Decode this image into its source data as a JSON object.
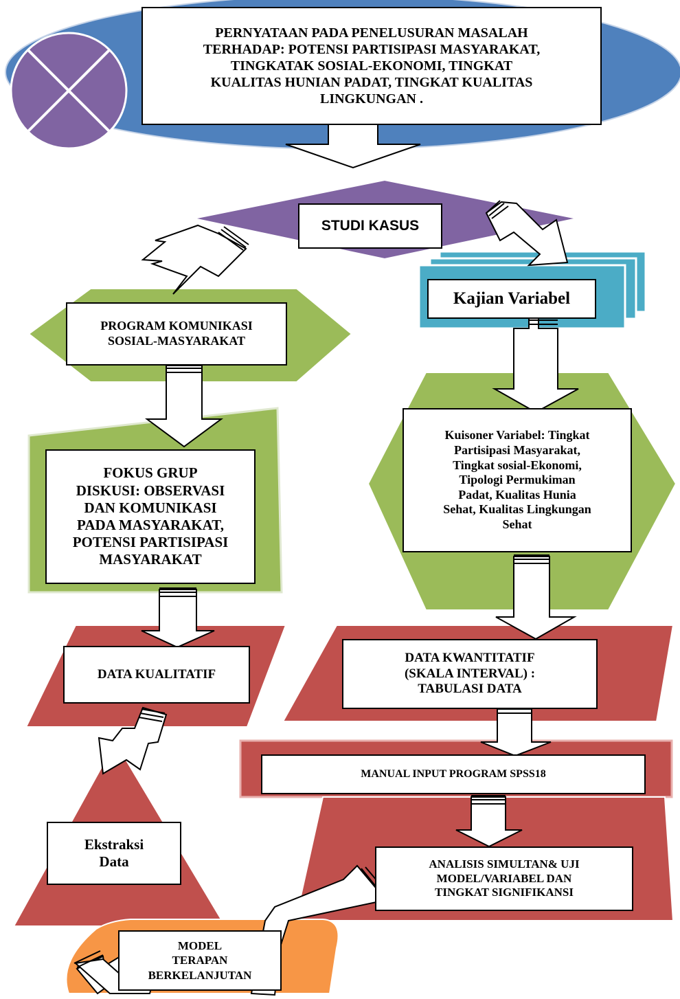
{
  "diagram": {
    "top_statement": "PERNYATAAN PADA PENELUSURAN  MASALAH\nTERHADAP: POTENSI PARTISIPASI MASYARAKAT,\nTINGKATAK SOSIAL-EKONOMI, TINGKAT\nKUALITAS HUNIAN PADAT, TINGKAT KUALITAS\nLINGKUNGAN .",
    "studi_kasus": "STUDI KASUS",
    "program_komunikasi": "PROGRAM KOMUNIKASI\nSOSIAL-MASYARAKAT",
    "kajian_variabel": "Kajian Variabel",
    "fokus_grup": "FOKUS GRUP\nDISKUSI: OBSERVASI\nDAN KOMUNIKASI\nPADA MASYARAKAT,\nPOTENSI PARTISIPASI\nMASYARAKAT",
    "kuisoner": "Kuisoner Variabel: Tingkat\nPartisipasi Masyarakat,\nTingkat sosial-Ekonomi,\nTipologi Permukiman\nPadat, Kualitas Hunia\nSehat, Kualitas Lingkungan\nSehat",
    "data_kualitatif": "DATA KUALITATIF",
    "data_kwantitatif": "DATA KWANTITATIF\n(SKALA INTERVAL) :\nTABULASI DATA",
    "manual_input": "MANUAL INPUT PROGRAM SPSS18",
    "ekstraksi": "Ekstraksi\nData",
    "analisis": "ANALISIS SIMULTAN& UJI\nMODEL/VARIABEL  DAN\nTINGKAT SIGNIFIKANSI",
    "model": "MODEL\nTERAPAN\nBERKELANJUTAN"
  },
  "colors": {
    "blue": "#4f81bd",
    "purple": "#8064a2",
    "green": "#9bbb59",
    "red": "#c0504d",
    "orange": "#f79646",
    "teal": "#4bacc6"
  }
}
